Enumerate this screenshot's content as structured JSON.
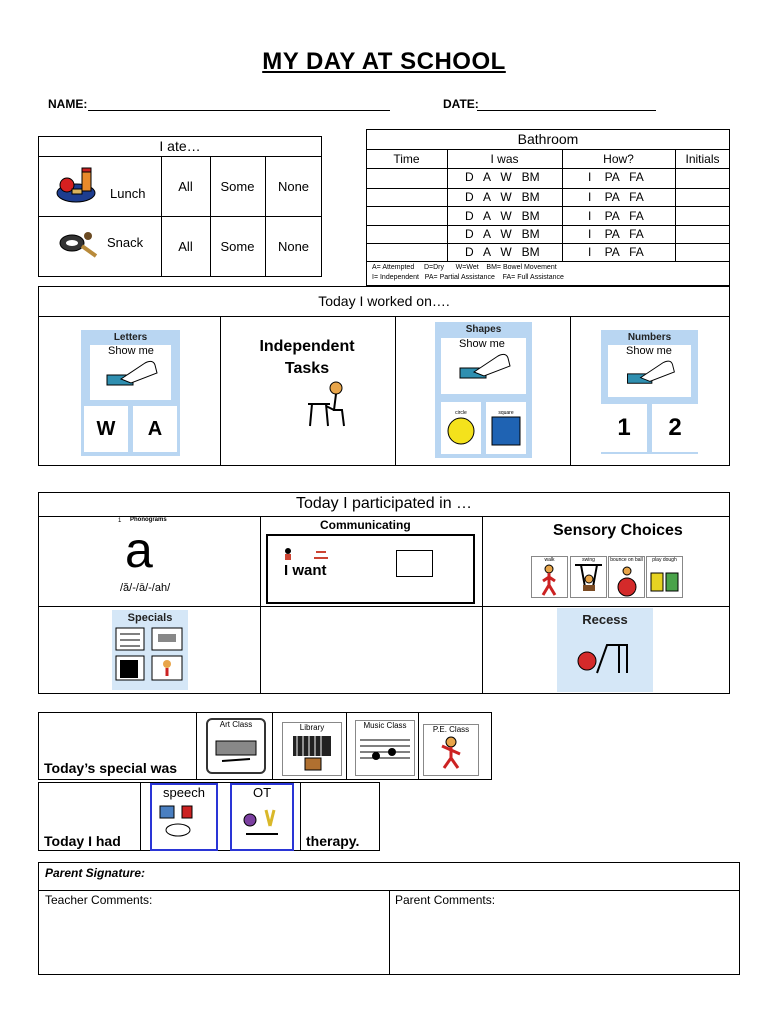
{
  "title": "MY DAY AT SCHOOL",
  "name_label": "NAME:",
  "date_label": "DATE:",
  "ate": {
    "header": "I ate…",
    "rows": [
      {
        "meal": "Lunch",
        "opts": [
          "All",
          "Some",
          "None"
        ]
      },
      {
        "meal": "Snack",
        "opts": [
          "All",
          "Some",
          "None"
        ]
      }
    ]
  },
  "bathroom": {
    "header": "Bathroom",
    "cols": [
      "Time",
      "I was",
      "How?",
      "Initials"
    ],
    "rows": [
      {
        "was": "D   A   W   BM",
        "how": "I    PA   FA"
      },
      {
        "was": "D   A   W   BM",
        "how": "I    PA   FA"
      },
      {
        "was": "D   A   W   BM",
        "how": "I    PA   FA"
      },
      {
        "was": "D   A   W   BM",
        "how": "I    PA   FA"
      },
      {
        "was": "D   A   W   BM",
        "how": "I    PA   FA"
      }
    ],
    "legend1": "A= Attempted     D=Dry      W=Wet    BM= Bowel Movement",
    "legend2": "I= Independent   PA= Partial Assistance    FA= Full Assistance"
  },
  "worked": {
    "header": "Today I worked on….",
    "letters": {
      "title": "Letters",
      "showme": "Show me",
      "a": "W",
      "b": "A"
    },
    "independent": {
      "line1": "Independent",
      "line2": "Tasks"
    },
    "shapes": {
      "title": "Shapes",
      "showme": "Show me",
      "a": "circle",
      "b": "square"
    },
    "numbers": {
      "title": "Numbers",
      "showme": "Show me",
      "a": "1",
      "b": "2"
    }
  },
  "participated": {
    "header": "Today I participated in …",
    "phonograms": {
      "title": "Phonograms",
      "num": "1",
      "letter": "a",
      "sounds": "/ă/-/ā/-/ah/"
    },
    "communicating": {
      "title": "Communicating",
      "text": "I want"
    },
    "sensory": {
      "title": "Sensory Choices",
      "items": [
        "walk",
        "swing",
        "bounce on ball",
        "play dough"
      ]
    },
    "specials": {
      "title": "Specials"
    },
    "recess": {
      "title": "Recess"
    }
  },
  "special": {
    "label": "Today’s special was",
    "items": [
      "Art Class",
      "Library",
      "Music Class",
      "P.E. Class"
    ]
  },
  "therapy": {
    "label": "Today I had",
    "items": [
      "speech",
      "OT"
    ],
    "suffix": "therapy."
  },
  "signature": {
    "label": "Parent Signature:",
    "teacher": "Teacher Comments:",
    "parent": "Parent Comments:"
  }
}
